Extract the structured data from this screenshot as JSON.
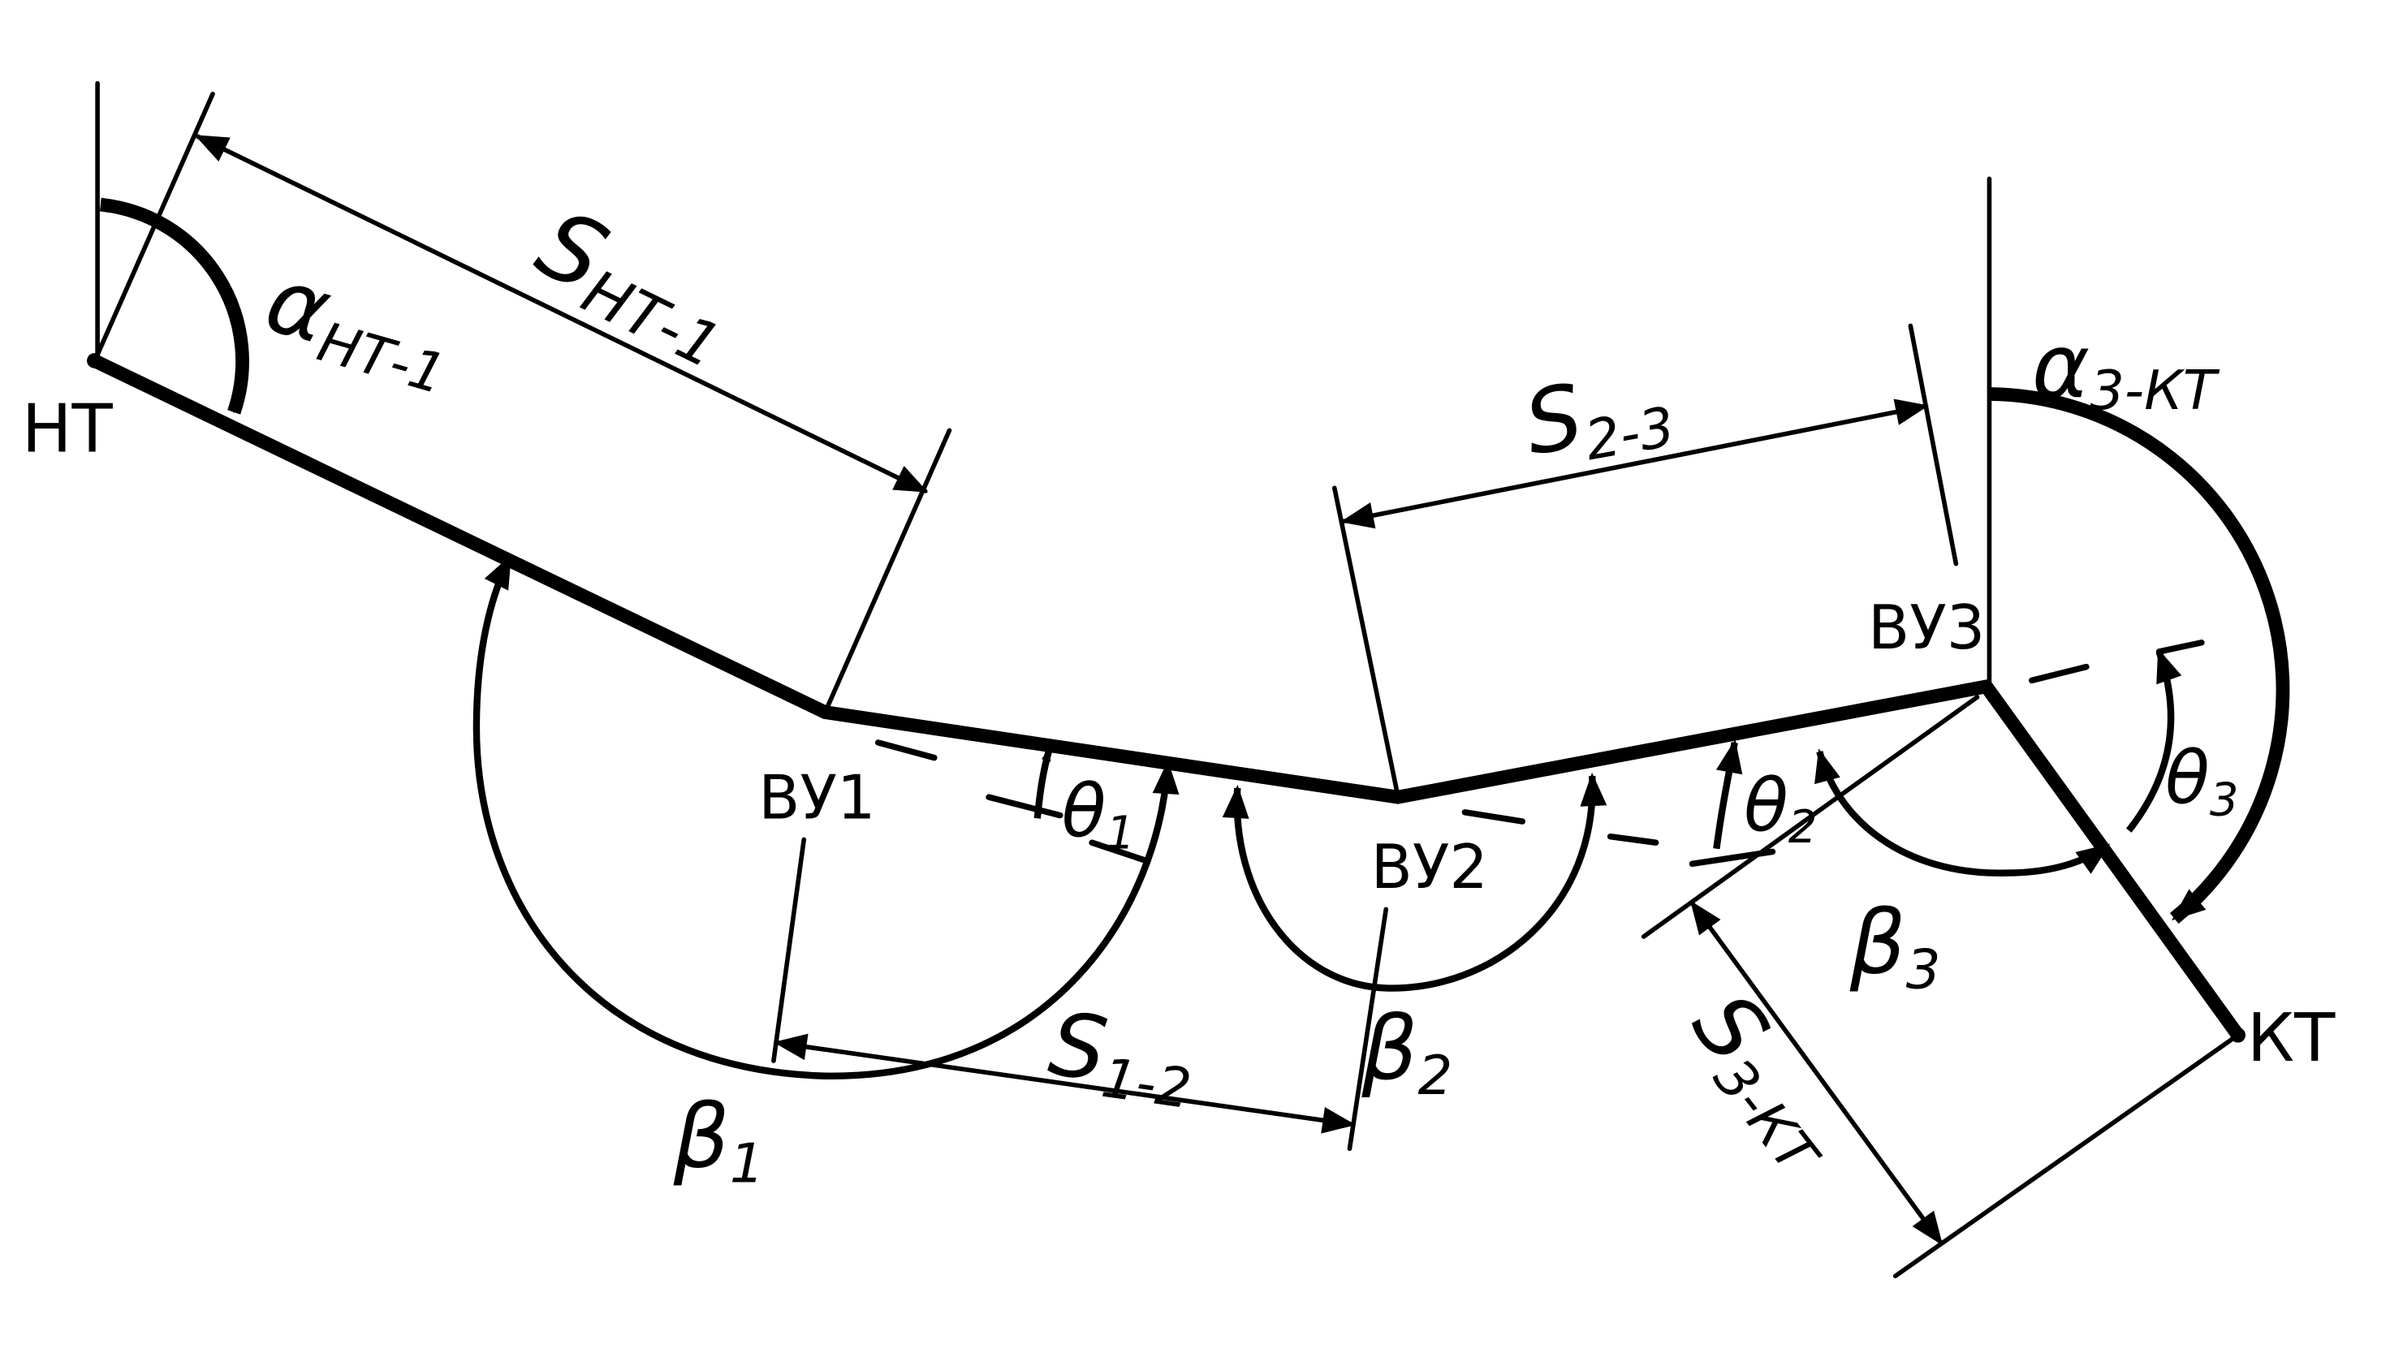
{
  "points": {
    "start": "НТ",
    "end": "КТ",
    "turn_1": "ВУ1",
    "turn_2": "ВУ2",
    "turn_3": "ВУ3"
  },
  "angles": {
    "alpha_start": {
      "symbol": "α",
      "sub": "НТ-1"
    },
    "alpha_end": {
      "symbol": "α",
      "sub": "3-КТ"
    },
    "beta_1": {
      "symbol": "β",
      "sub": "1"
    },
    "beta_2": {
      "symbol": "β",
      "sub": "2"
    },
    "beta_3": {
      "symbol": "β",
      "sub": "3"
    },
    "theta_1": {
      "symbol": "θ",
      "sub": "1"
    },
    "theta_2": {
      "symbol": "θ",
      "sub": "2"
    },
    "theta_3": {
      "symbol": "θ",
      "sub": "3"
    }
  },
  "distances": {
    "s_start_1": {
      "symbol": "S",
      "sub": "НТ-1"
    },
    "s_1_2": {
      "symbol": "S",
      "sub": "1-2"
    },
    "s_2_3": {
      "symbol": "S",
      "sub": "2-3"
    },
    "s_3_end": {
      "symbol": "S",
      "sub": "3-КТ"
    }
  }
}
